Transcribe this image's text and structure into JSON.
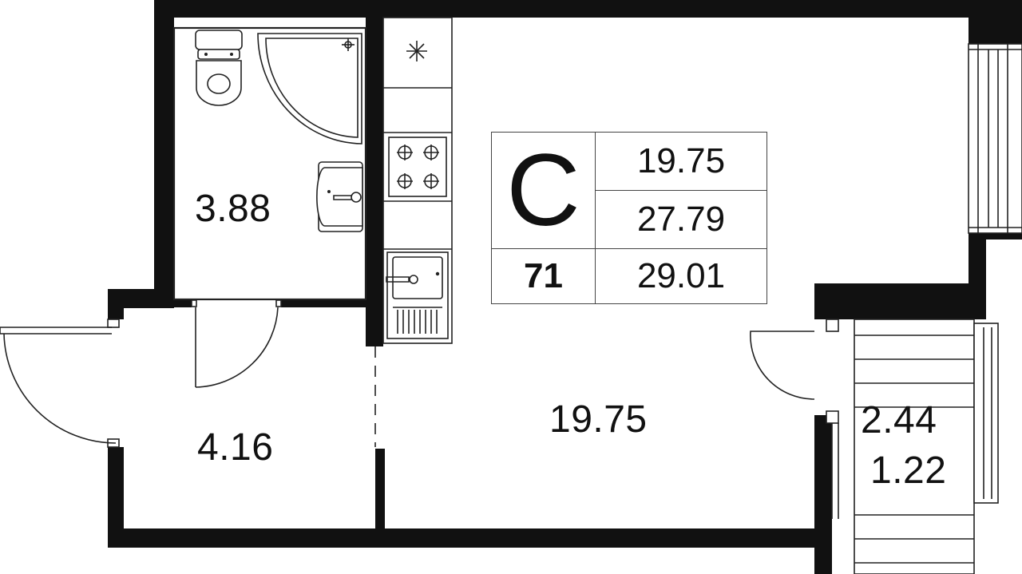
{
  "apartment": {
    "type_letter": "С",
    "number": "71",
    "areas": {
      "living": "19.75",
      "total_without_balcony": "27.79",
      "total": "29.01"
    }
  },
  "rooms": [
    {
      "id": "bathroom",
      "area": "3.88"
    },
    {
      "id": "hallway",
      "area": "4.16"
    },
    {
      "id": "studio",
      "area": "19.75"
    },
    {
      "id": "balcony",
      "area": "2.44"
    },
    {
      "id": "balcony-reduced",
      "area": "1.22"
    }
  ],
  "icons": [
    "toilet-icon",
    "shower-tray-icon",
    "washbasin-icon",
    "stove-icon",
    "kitchen-sink-icon",
    "ventilation-icon"
  ],
  "colors": {
    "wall": "#111111",
    "line": "#222222",
    "background": "#ffffff"
  }
}
